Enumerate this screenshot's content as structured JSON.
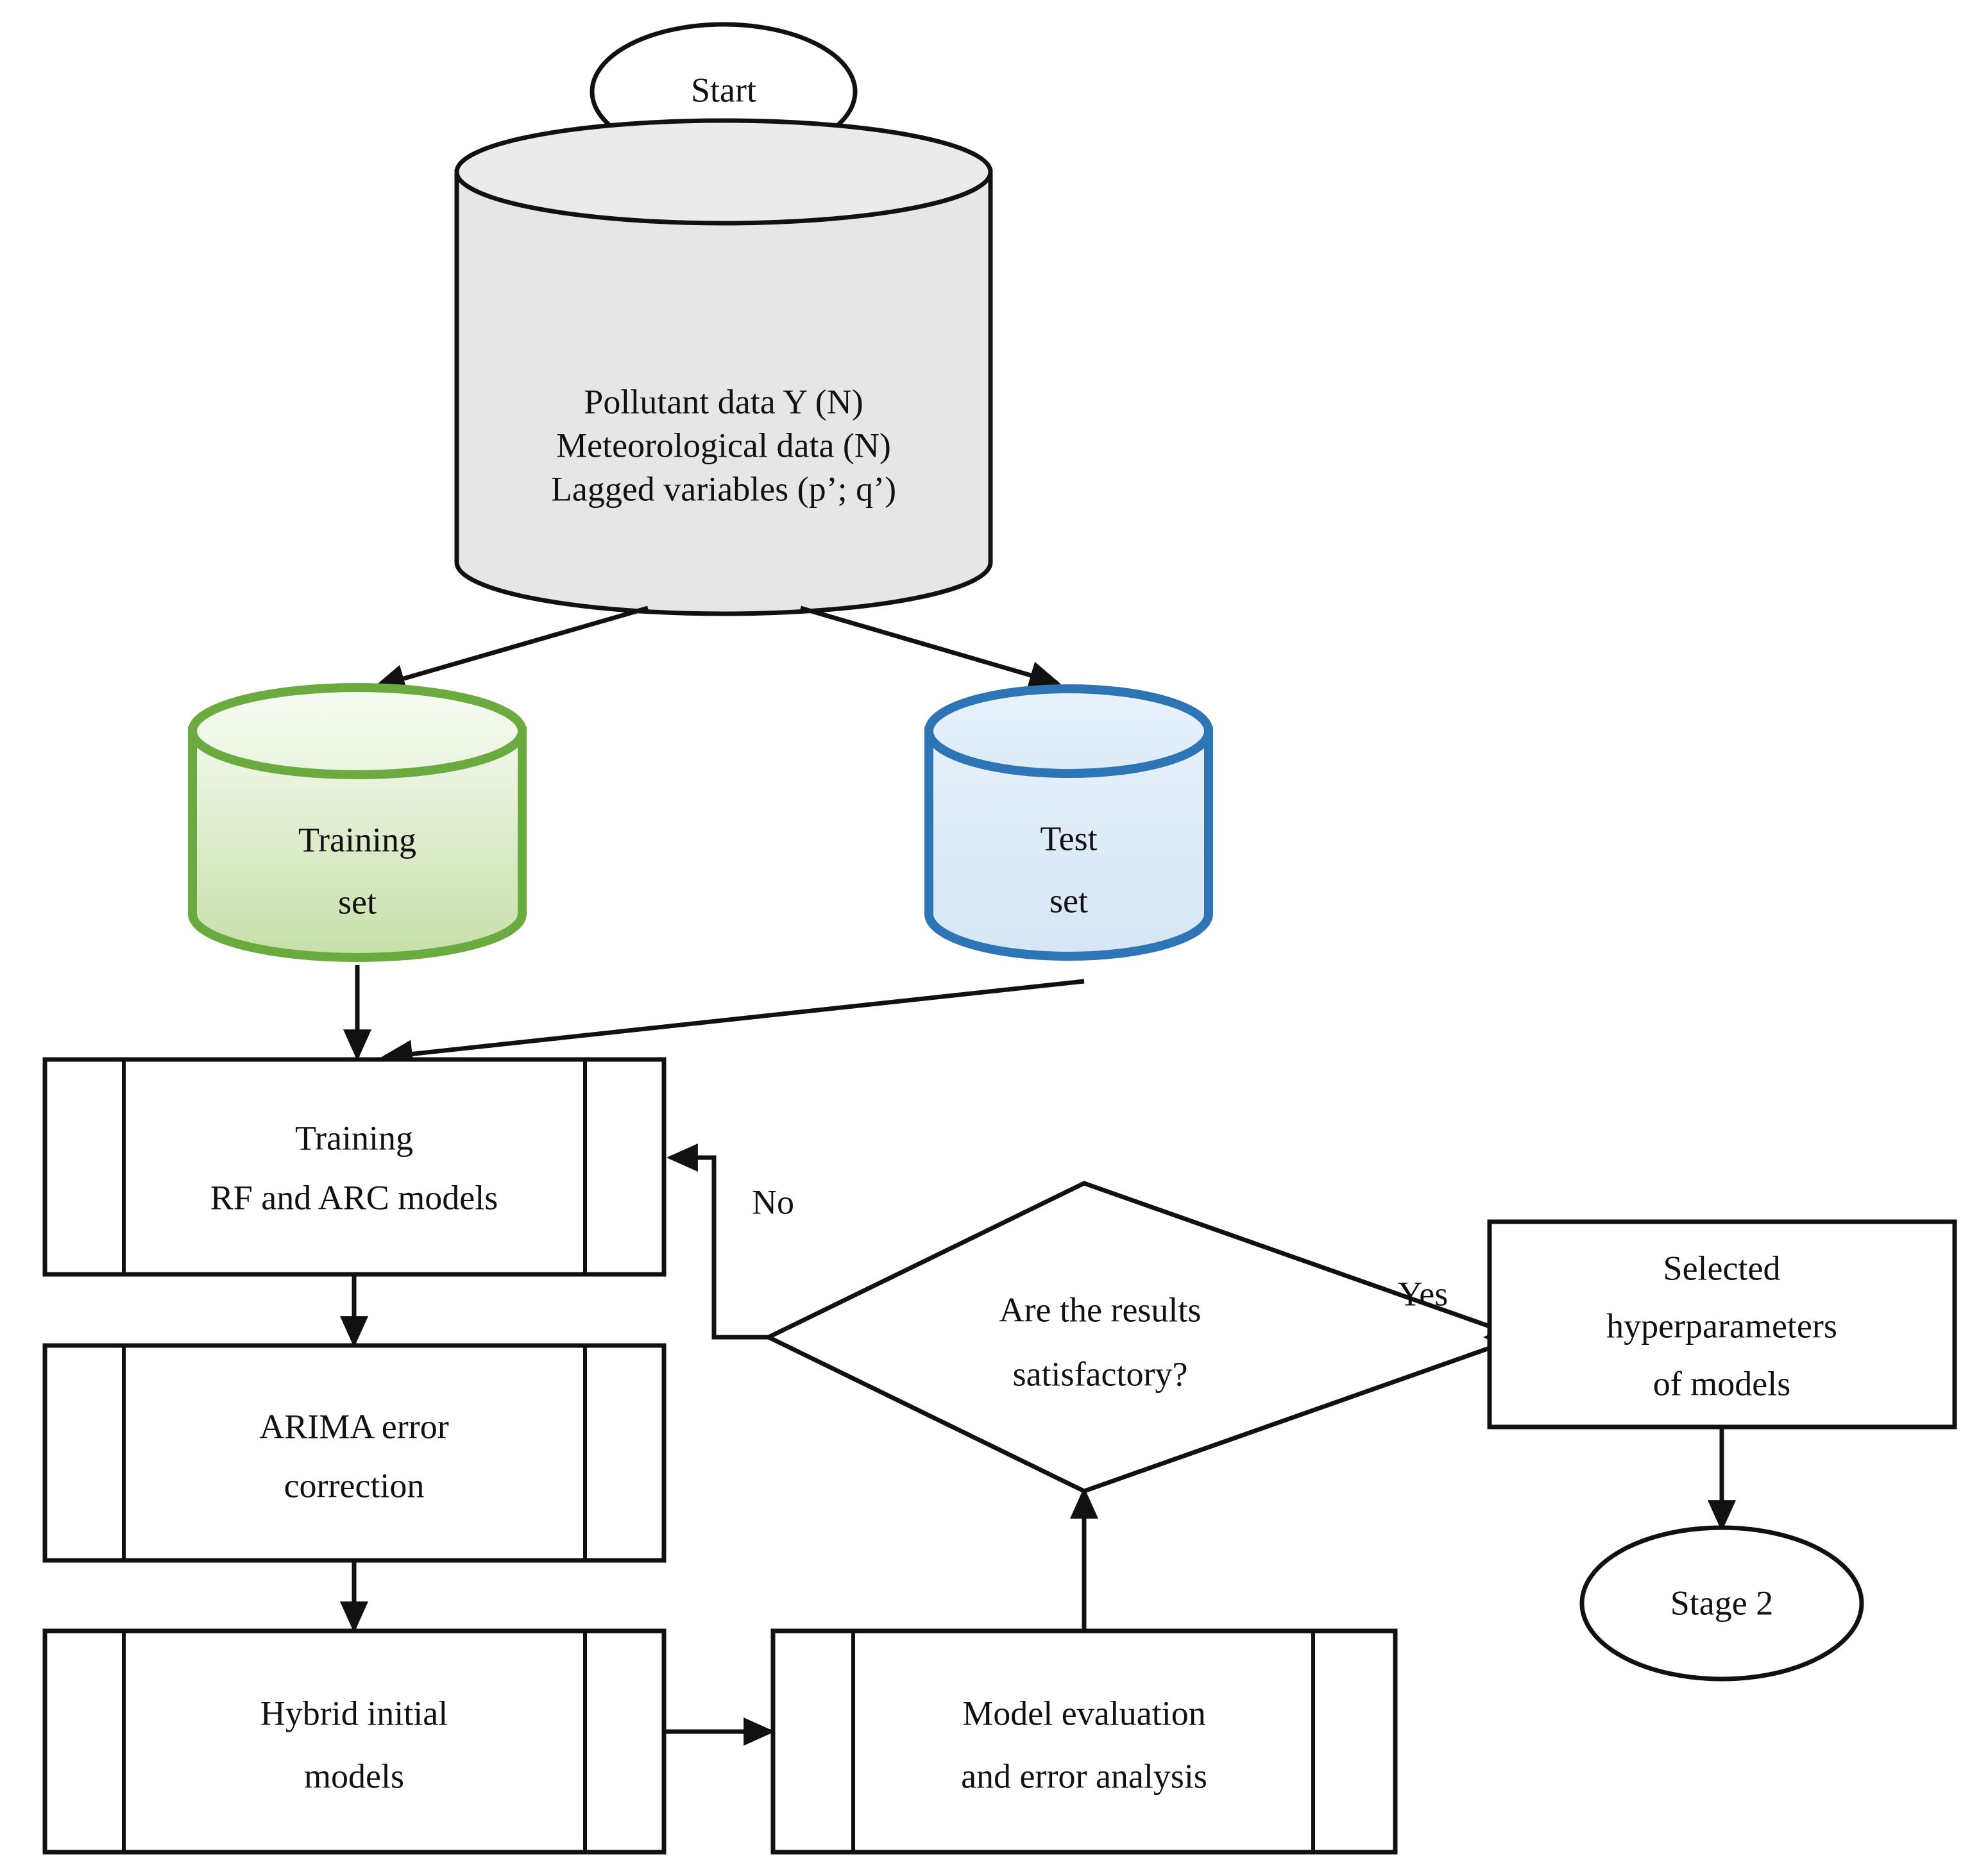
{
  "diagram": {
    "title": "Stage 1 hybrid RF-ARIMA model training flowchart",
    "background_color": "#ffffff",
    "line_color": "#111111"
  },
  "nodes": {
    "start": {
      "label": "Start",
      "shape": "ellipse",
      "fill": "#ffffff",
      "stroke": "#111111"
    },
    "input_data": {
      "shape": "cylinder",
      "fill": "#e6e6e6",
      "stroke": "#111111",
      "lines": [
        "Pollutant data Y (N)",
        "Meteorological data (N)",
        "Lagged variables (p’; q’)"
      ]
    },
    "training_set": {
      "shape": "cylinder",
      "fill_top": "#eef6e6",
      "fill_bottom": "#c9e0ab",
      "stroke": "#6aaa3f",
      "lines": [
        "Training",
        "set"
      ]
    },
    "test_set": {
      "shape": "cylinder",
      "fill_top": "#e3eef9",
      "fill_bottom": "#d7e6f5",
      "stroke": "#2e75b6",
      "lines": [
        "Test",
        "set"
      ]
    },
    "training_models": {
      "shape": "predefined-process",
      "fill": "#ffffff",
      "stroke": "#111111",
      "lines": [
        "Training",
        "RF and ARC models"
      ]
    },
    "arima_correction": {
      "shape": "predefined-process",
      "fill": "#ffffff",
      "stroke": "#111111",
      "lines": [
        "ARIMA error",
        "correction"
      ]
    },
    "hybrid_models": {
      "shape": "predefined-process",
      "fill": "#ffffff",
      "stroke": "#111111",
      "lines": [
        "Hybrid initial",
        "models"
      ]
    },
    "model_evaluation": {
      "shape": "predefined-process",
      "fill": "#ffffff",
      "stroke": "#111111",
      "lines": [
        "Model evaluation",
        "and error analysis"
      ]
    },
    "decision": {
      "shape": "diamond",
      "fill": "#ffffff",
      "stroke": "#111111",
      "lines": [
        "Are the results",
        "satisfactory?"
      ]
    },
    "selected_hyperparameters": {
      "shape": "rectangle",
      "fill": "#ffffff",
      "stroke": "#111111",
      "lines": [
        "Selected",
        "hyperparameters",
        "of models"
      ]
    },
    "stage2": {
      "label": "Stage 2",
      "shape": "ellipse",
      "fill": "#ffffff",
      "stroke": "#111111"
    }
  },
  "edge_labels": {
    "no": "No",
    "yes": "Yes"
  },
  "edges": [
    {
      "from": "start",
      "to": "input_data",
      "label": ""
    },
    {
      "from": "input_data",
      "to": "training_set",
      "label": ""
    },
    {
      "from": "input_data",
      "to": "test_set",
      "label": ""
    },
    {
      "from": "training_set",
      "to": "training_models",
      "label": ""
    },
    {
      "from": "test_set",
      "to": "training_models",
      "label": ""
    },
    {
      "from": "training_models",
      "to": "arima_correction",
      "label": ""
    },
    {
      "from": "arima_correction",
      "to": "hybrid_models",
      "label": ""
    },
    {
      "from": "hybrid_models",
      "to": "model_evaluation",
      "label": ""
    },
    {
      "from": "model_evaluation",
      "to": "decision",
      "label": ""
    },
    {
      "from": "decision",
      "to": "training_models",
      "label": "No"
    },
    {
      "from": "decision",
      "to": "selected_hyperparameters",
      "label": "Yes"
    },
    {
      "from": "selected_hyperparameters",
      "to": "stage2",
      "label": ""
    }
  ]
}
